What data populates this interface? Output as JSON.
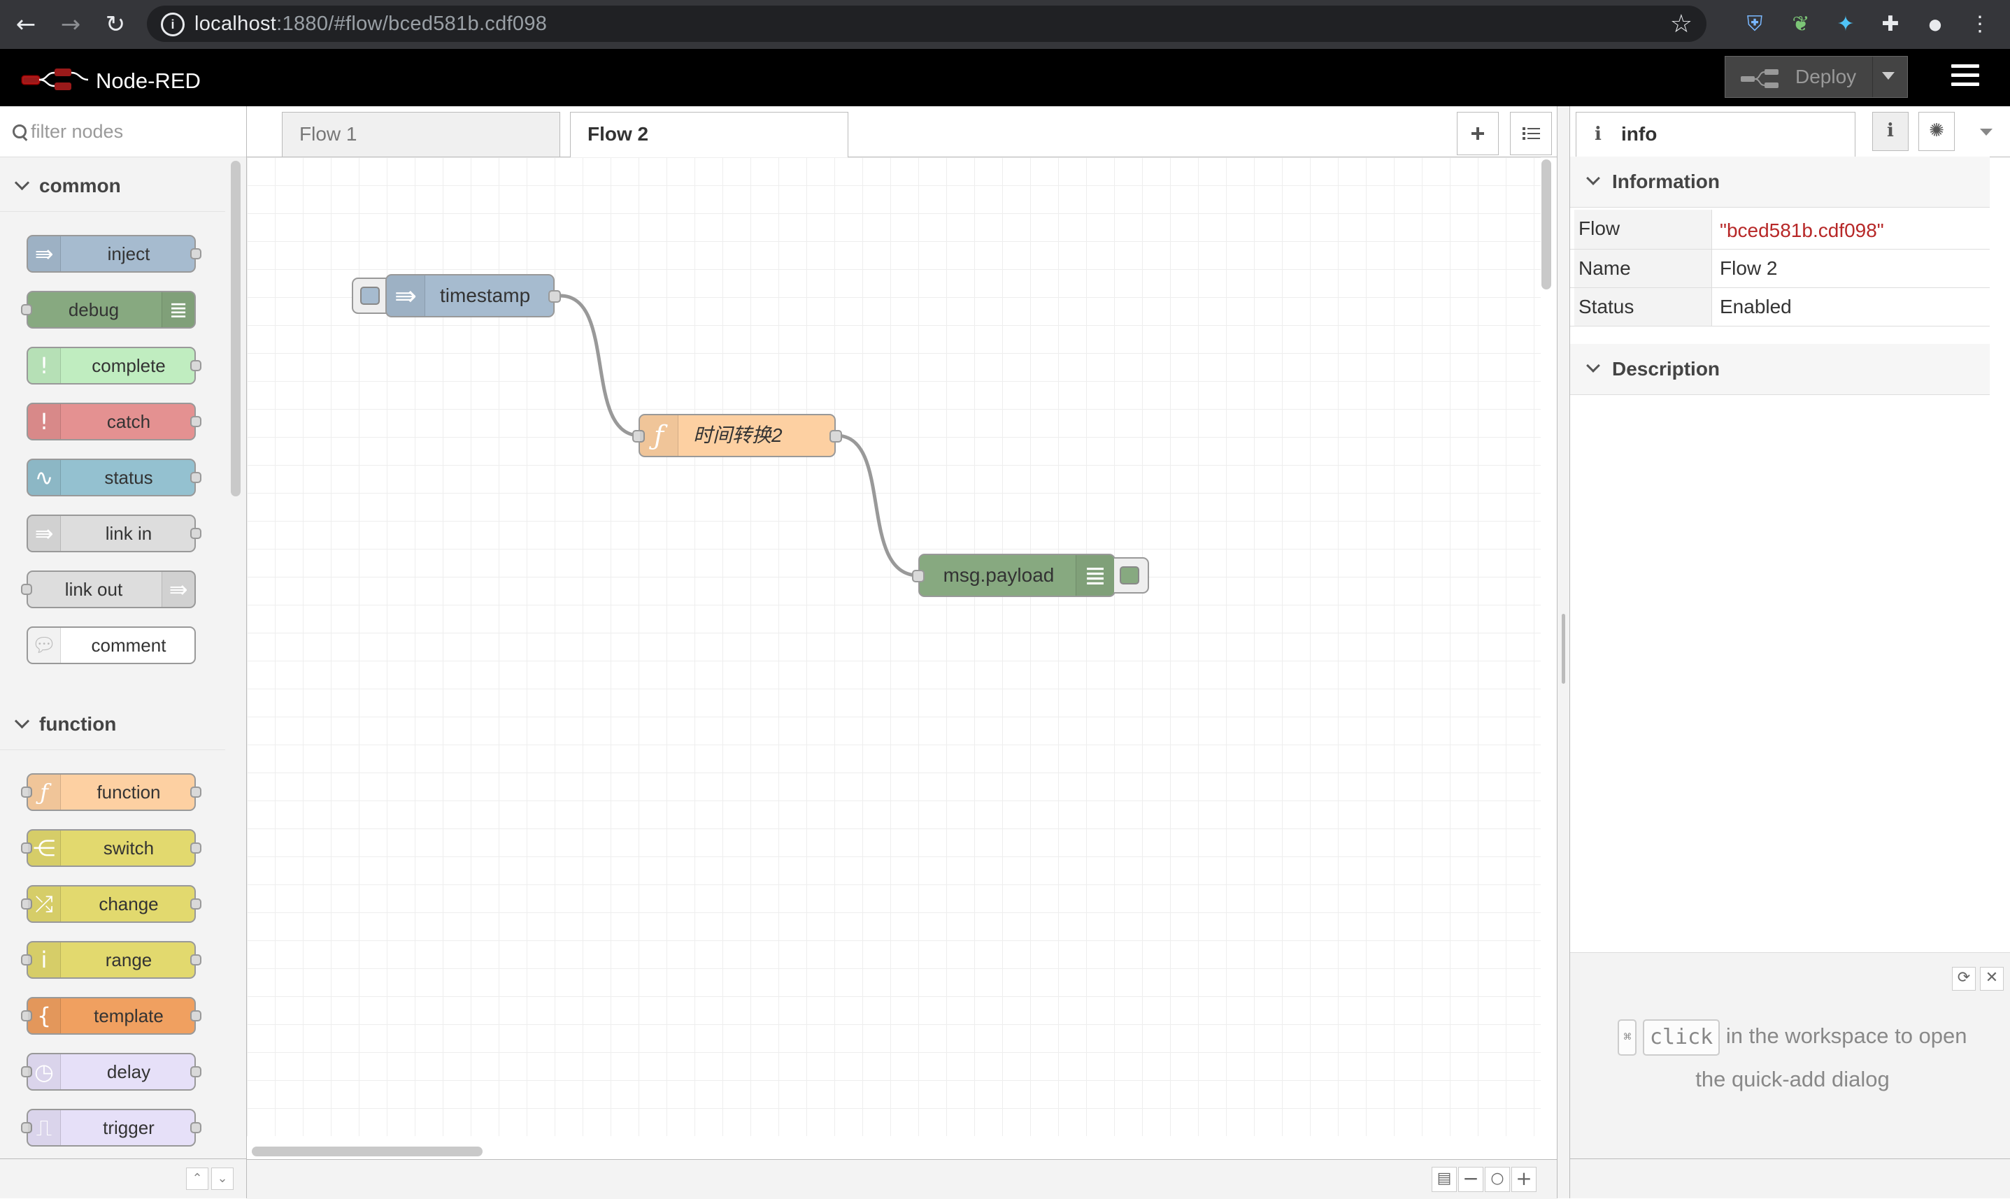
{
  "browser": {
    "url_host": "localhost",
    "url_rest": ":1880/#flow/bced581b.cdf098"
  },
  "header": {
    "app_name": "Node-RED",
    "deploy_label": "Deploy"
  },
  "palette": {
    "filter_placeholder": "filter nodes",
    "categories": [
      {
        "label": "common",
        "nodes": [
          {
            "label": "inject",
            "color": "#a6bbcf"
          },
          {
            "label": "debug",
            "color": "#87a980"
          },
          {
            "label": "complete",
            "color": "#c0edc0"
          },
          {
            "label": "catch",
            "color": "#e49191"
          },
          {
            "label": "status",
            "color": "#94c1d0"
          },
          {
            "label": "link in",
            "color": "#dddddd"
          },
          {
            "label": "link out",
            "color": "#dddddd"
          },
          {
            "label": "comment",
            "color": "#ffffff"
          }
        ]
      },
      {
        "label": "function",
        "nodes": [
          {
            "label": "function",
            "color": "#fdd0a2"
          },
          {
            "label": "switch",
            "color": "#e2d96e"
          },
          {
            "label": "change",
            "color": "#e2d96e"
          },
          {
            "label": "range",
            "color": "#e2d96e"
          },
          {
            "label": "template",
            "color": "#f0a060"
          },
          {
            "label": "delay",
            "color": "#e6e0f8"
          },
          {
            "label": "trigger",
            "color": "#e6e0f8"
          }
        ]
      }
    ]
  },
  "workspace": {
    "tabs": [
      {
        "label": "Flow 1",
        "active": false
      },
      {
        "label": "Flow 2",
        "active": true
      }
    ],
    "nodes": [
      {
        "label": "timestamp",
        "type": "inject",
        "color": "#a6bbcf"
      },
      {
        "label": "时间转换2",
        "type": "function",
        "color": "#fdd0a2"
      },
      {
        "label": "msg.payload",
        "type": "debug",
        "color": "#87a980"
      }
    ]
  },
  "sidebar": {
    "tab_label": "info",
    "information_header": "Information",
    "description_header": "Description",
    "properties": [
      {
        "key": "Flow",
        "value": "\"bced581b.cdf098\""
      },
      {
        "key": "Name",
        "value": "Flow 2"
      },
      {
        "key": "Status",
        "value": "Enabled"
      }
    ],
    "tip": {
      "key_symbol": "⌘",
      "key": "click",
      "text_1": "in the workspace to open",
      "text_2": "the quick-add dialog"
    }
  }
}
